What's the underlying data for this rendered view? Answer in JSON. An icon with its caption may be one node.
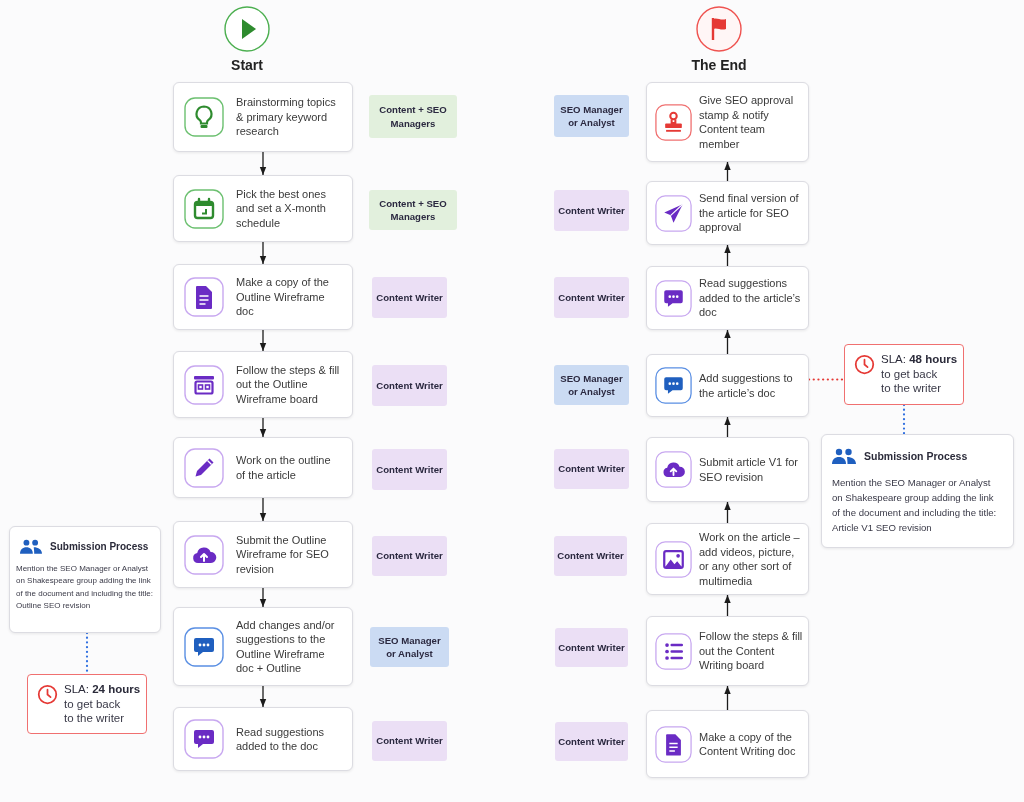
{
  "diagram": {
    "nodes": [
      {
        "text": [
          "Start"
        ]
      },
      {
        "text": [
          "The End"
        ]
      },
      {
        "text": [
          "Brainstorming topics & primary keyword research"
        ]
      },
      {
        "text": [
          "Pick the best ones and set a X-month schedule"
        ]
      },
      {
        "text": [
          "Make a copy of the Outline Wireframe doc"
        ]
      },
      {
        "text": [
          "Follow the steps & fill out the Outline Wireframe board"
        ]
      },
      {
        "text": [
          "Work on the outline of the article"
        ]
      },
      {
        "text": [
          "Submit the Outline Wireframe for SEO revision"
        ]
      },
      {
        "text": [
          "Add changes and/or suggestions to the Outline Wireframe doc + Outline"
        ]
      },
      {
        "text": [
          "Read suggestions added to the doc"
        ]
      },
      {
        "text": [
          "Content + SEO Managers"
        ]
      },
      {
        "text": [
          "Content + SEO Managers"
        ]
      },
      {
        "text": [
          "Content Writer"
        ]
      },
      {
        "text": [
          "Content Writer"
        ]
      },
      {
        "text": [
          "Content Writer"
        ]
      },
      {
        "text": [
          "Content Writer"
        ]
      },
      {
        "text": [
          "SEO Manager or Analyst"
        ]
      },
      {
        "text": [
          "Content Writer"
        ]
      },
      {
        "text": [
          "Submission Process",
          "Mention the SEO Manager or Analyst on Shakespeare group adding the link of the document and including the title: Outline SEO revision"
        ]
      },
      {
        "text": [
          "SLA: **24 hours**",
          "to get back to the writer"
        ]
      },
      {
        "text": [
          "Give SEO approval stamp & notify Content team member"
        ]
      },
      {
        "text": [
          "Send final version of the article for SEO approval"
        ]
      },
      {
        "text": [
          "Read suggestions added to the article’s doc"
        ]
      },
      {
        "text": [
          "Add suggestions to the article’s doc"
        ]
      },
      {
        "text": [
          "Submit article V1 for SEO revision"
        ]
      },
      {
        "text": [
          "Work on the article – add videos, picture, or any other sort of multimedia"
        ]
      },
      {
        "text": [
          "Follow the steps & fill out the Content Writing board"
        ]
      },
      {
        "text": [
          "Make a copy of the Content Writing doc"
        ]
      },
      {
        "text": [
          "SEO Manager or Analyst"
        ]
      },
      {
        "text": [
          "Content Writer"
        ]
      },
      {
        "text": [
          "Content Writer"
        ]
      },
      {
        "text": [
          "SEO Manager or Analyst"
        ]
      },
      {
        "text": [
          "Content Writer"
        ]
      },
      {
        "text": [
          "Content Writer"
        ]
      },
      {
        "text": [
          "Content Writer"
        ]
      },
      {
        "text": [
          "Content Writer"
        ]
      },
      {
        "text": [
          "SLA: **48 hours**",
          "to get back to the writer"
        ]
      },
      {
        "text": [
          "Submission Process",
          "Mention the SEO Manager or Analyst on Shakespeare group adding the link of the document and including the title: Article V1 SEO revision"
        ]
      }
    ],
    "edges": [
      {
        "from": 2,
        "to": 3,
        "arrow": "to"
      },
      {
        "from": 3,
        "to": 4,
        "arrow": "to"
      },
      {
        "from": 4,
        "to": 5,
        "arrow": "to"
      },
      {
        "from": 5,
        "to": 6,
        "arrow": "to"
      },
      {
        "from": 6,
        "to": 7,
        "arrow": "to"
      },
      {
        "from": 7,
        "to": 8,
        "arrow": "to"
      },
      {
        "from": 8,
        "to": 9,
        "arrow": "to"
      },
      {
        "from": 27,
        "to": 26,
        "arrow": "to"
      },
      {
        "from": 26,
        "to": 25,
        "arrow": "to"
      },
      {
        "from": 25,
        "to": 24,
        "arrow": "to"
      },
      {
        "from": 24,
        "to": 23,
        "arrow": "to"
      },
      {
        "from": 23,
        "to": 22,
        "arrow": "to"
      },
      {
        "from": 22,
        "to": 21,
        "arrow": "to"
      },
      {
        "from": 21,
        "to": 20,
        "arrow": "to"
      },
      {
        "from": 18,
        "to": 19,
        "arrow": "none",
        "style": "dashed",
        "color": "#2f6fe0"
      },
      {
        "from": 23,
        "to": 36,
        "arrow": "none",
        "style": "dashed",
        "color": "#e53935"
      },
      {
        "from": 36,
        "to": 37,
        "arrow": "none",
        "style": "dashed",
        "color": "#2f6fe0"
      }
    ]
  }
}
